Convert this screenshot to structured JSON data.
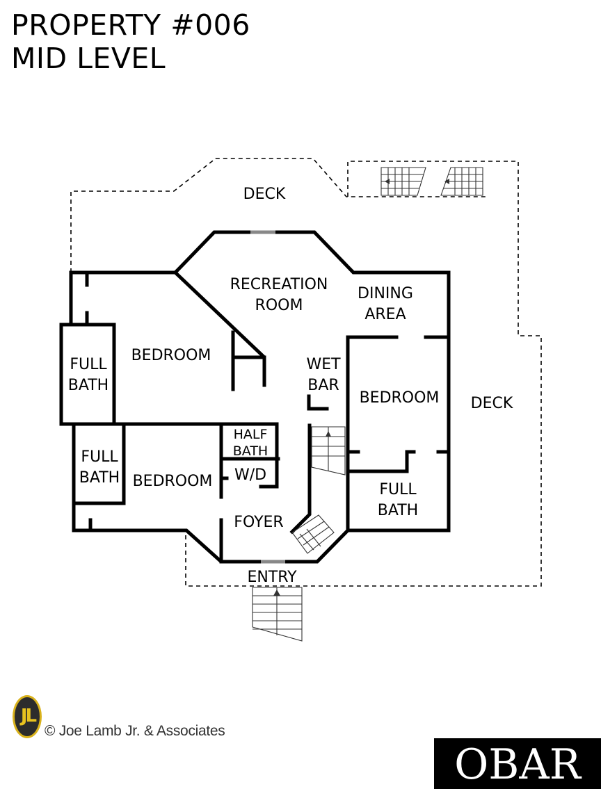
{
  "header": {
    "title_line1": "PROPERTY #006",
    "title_line2": "MID LEVEL"
  },
  "rooms": {
    "deck_top": "DECK",
    "deck_right": "DECK",
    "recreation_1": "RECREATION",
    "recreation_2": "ROOM",
    "dining_1": "DINING",
    "dining_2": "AREA",
    "bedroom_nw": "BEDROOM",
    "full_bath_w_1": "FULL",
    "full_bath_w_2": "BATH",
    "wet_bar_1": "WET",
    "wet_bar_2": "BAR",
    "bedroom_e": "BEDROOM",
    "half_bath_1": "HALF",
    "half_bath_2": "BATH",
    "wd": "W/D",
    "full_bath_sw_1": "FULL",
    "full_bath_sw_2": "BATH",
    "bedroom_sw": "BEDROOM",
    "foyer": "FOYER",
    "full_bath_se_1": "FULL",
    "full_bath_se_2": "BATH",
    "entry": "ENTRY"
  },
  "footer": {
    "logo_initials": "JL",
    "copyright": "© Joe Lamb Jr. & Associates",
    "obar": "OBAR"
  },
  "colors": {
    "logo_gold": "#e8c21f",
    "logo_dark": "#2c2c2c",
    "obar_bg": "#000000"
  }
}
